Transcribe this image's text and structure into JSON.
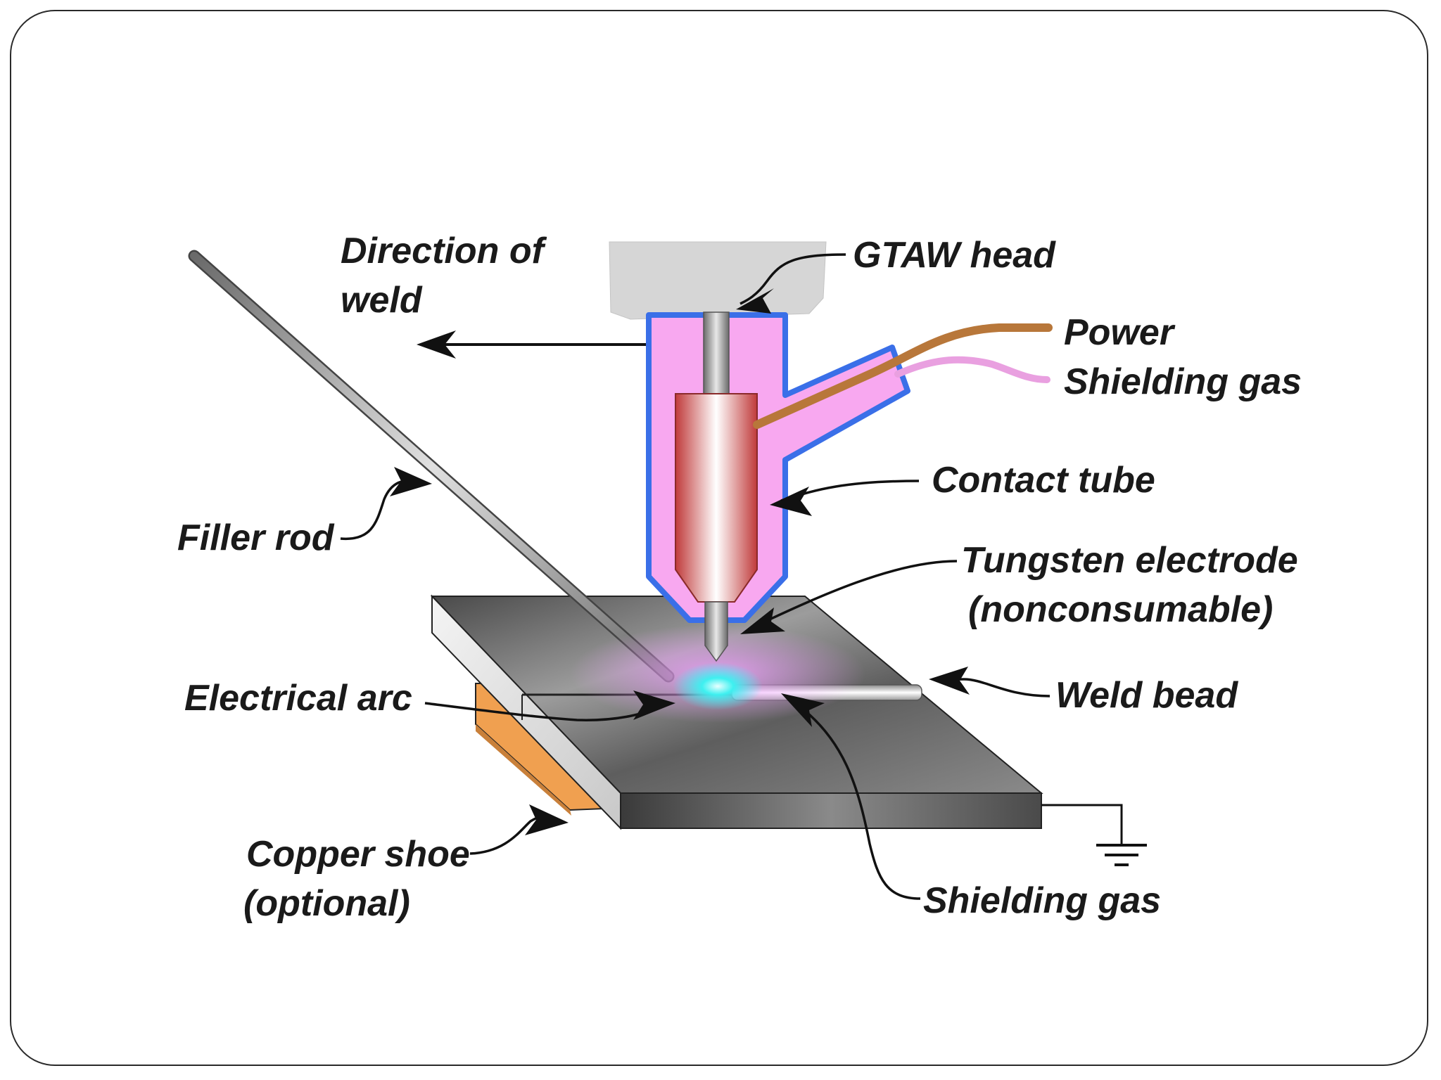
{
  "labels": {
    "direction_line1": "Direction of",
    "direction_line2": "weld",
    "gtaw_head": "GTAW head",
    "power": "Power",
    "shielding_gas_top": "Shielding gas",
    "contact_tube": "Contact tube",
    "tungsten_line1": "Tungsten electrode",
    "tungsten_line2": "(nonconsumable)",
    "filler_rod": "Filler rod",
    "electrical_arc": "Electrical arc",
    "weld_bead": "Weld bead",
    "copper_line1": "Copper shoe",
    "copper_line2": "(optional)",
    "shielding_gas_bottom": "Shielding gas"
  },
  "colors": {
    "nozzle_pink": "#f8a8f0",
    "nozzle_outline": "#3a6fe8",
    "power_cable": "#b8773a",
    "gas_hose": "#e9a0e0",
    "arc_cyan": "#3ef0f0",
    "copper": "#f0a050",
    "plate": "#6e6e6e"
  },
  "icons": {
    "ground": "ground-symbol-icon"
  }
}
